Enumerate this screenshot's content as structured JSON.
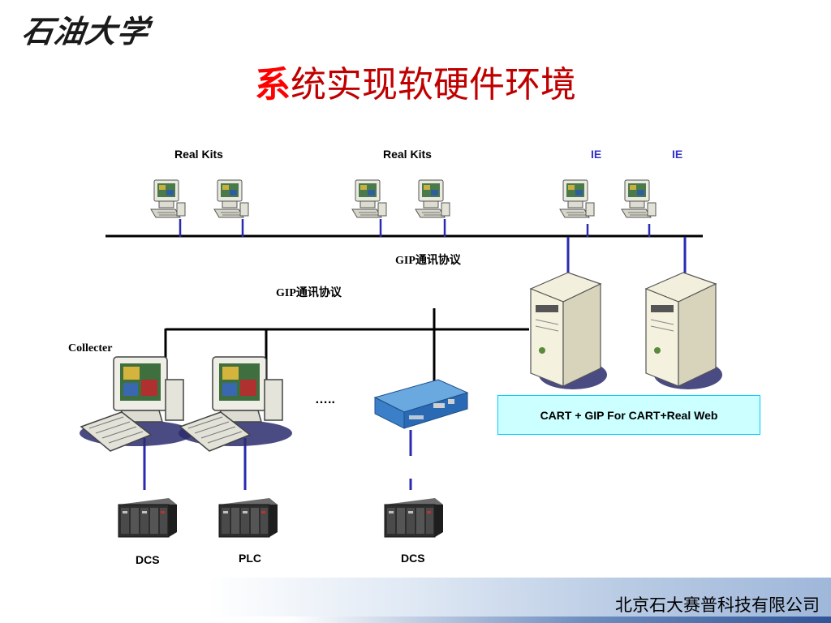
{
  "logo": {
    "text": "石油大学"
  },
  "title": {
    "first_char": "系",
    "rest": "统实现软硬件环境"
  },
  "labels": {
    "real_kits_1": "Real Kits",
    "real_kits_2": "Real Kits",
    "ie_1": "IE",
    "ie_2": "IE",
    "gip_upper": "GIP通讯协议",
    "gip_lower": "GIP通讯协议",
    "collecter": "Collecter",
    "dots": "…..",
    "cart_box": "CART + GIP For CART+Real Web",
    "dcs_1": "DCS",
    "plc": "PLC",
    "dcs_2": "DCS"
  },
  "footer": {
    "company": "北京石大赛普科技有限公司"
  },
  "colors": {
    "title_red": "#ff0000",
    "link_blue": "#3333cc",
    "cart_box_fill": "#ccffff"
  }
}
